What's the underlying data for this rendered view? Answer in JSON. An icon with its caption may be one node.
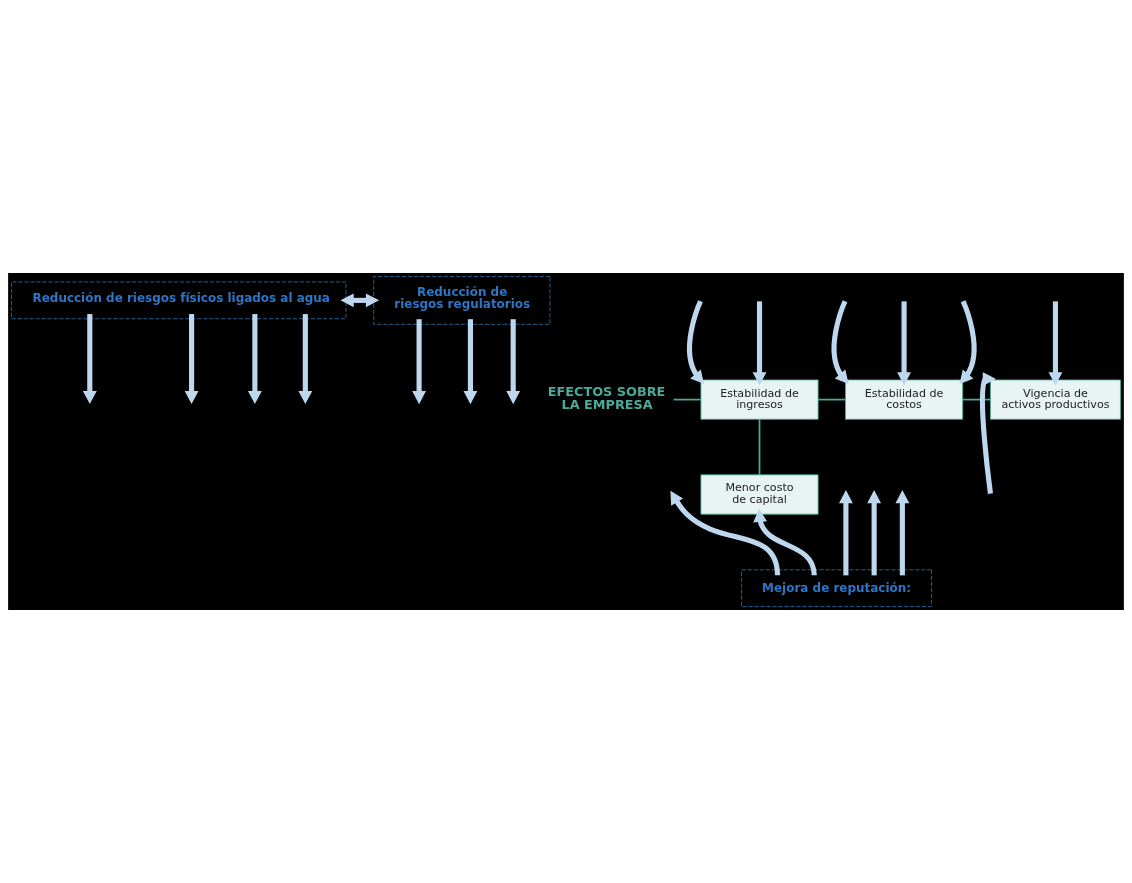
{
  "diagram": {
    "nodes": [
      {
        "text": [
          "Reducción de riesgos físicos ligados al agua"
        ]
      },
      {
        "text": [
          "Reducción de riesgos regulatorios"
        ]
      },
      {
        "text": [
          "EFECTOS SOBRE LA EMPRESA"
        ]
      },
      {
        "text": [
          "Estabilidad de ingresos"
        ]
      },
      {
        "text": [
          "Estabilidad de costos"
        ]
      },
      {
        "text": [
          "Vigencia de activos productivos"
        ]
      },
      {
        "text": [
          "Menor costo de capital"
        ]
      },
      {
        "text": [
          "Mejora de reputación:"
        ]
      }
    ],
    "edges": [
      {
        "from": 0,
        "to": 1,
        "arrow": "both"
      },
      {
        "from": 2,
        "to": 3,
        "arrow": "none",
        "color": "#4aab9b"
      },
      {
        "from": 3,
        "to": 4,
        "arrow": "none",
        "color": "#4aab9b"
      },
      {
        "from": 4,
        "to": 5,
        "arrow": "none",
        "color": "#4aab9b"
      },
      {
        "from": 3,
        "to": 6,
        "arrow": "none",
        "color": "#4aab9b"
      },
      {
        "from": 0,
        "to": null,
        "arrow": "to"
      },
      {
        "from": 0,
        "to": null,
        "arrow": "to"
      },
      {
        "from": 0,
        "to": null,
        "arrow": "to"
      },
      {
        "from": 0,
        "to": null,
        "arrow": "to"
      },
      {
        "from": 1,
        "to": null,
        "arrow": "to"
      },
      {
        "from": 1,
        "to": null,
        "arrow": "to"
      },
      {
        "from": 1,
        "to": null,
        "arrow": "to"
      },
      {
        "from": null,
        "to": 4,
        "arrow": "to"
      },
      {
        "from": null,
        "to": 4,
        "arrow": "to"
      },
      {
        "from": null,
        "to": 4,
        "arrow": "to"
      },
      {
        "from": null,
        "to": 5,
        "arrow": "to"
      },
      {
        "from": null,
        "to": 3,
        "arrow": "to"
      },
      {
        "from": null,
        "to": 3,
        "arrow": "to"
      },
      {
        "from": 7,
        "to": null,
        "arrow": "to"
      },
      {
        "from": null,
        "to": 5,
        "arrow": "to"
      },
      {
        "from": 7,
        "to": 6,
        "arrow": "to"
      },
      {
        "from": 7,
        "to": null,
        "arrow": "to"
      },
      {
        "from": 7,
        "to": null,
        "arrow": "to"
      },
      {
        "from": 7,
        "to": null,
        "arrow": "to"
      }
    ]
  }
}
